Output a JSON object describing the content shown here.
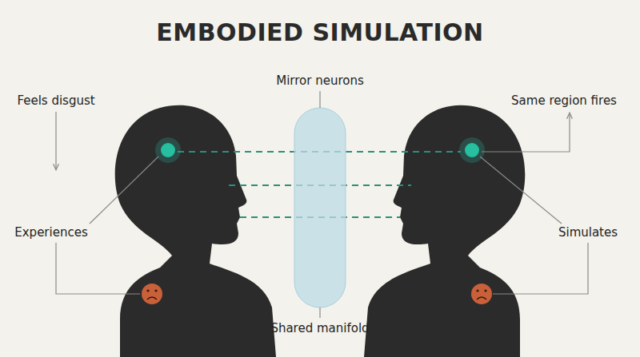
{
  "diagram": {
    "title": "EMBODIED SIMULATION",
    "labels": [
      "Feels disgust",
      "Mirror neurons",
      "Same region fires",
      "Experiences",
      "Simulates",
      "Shared manifold"
    ]
  }
}
